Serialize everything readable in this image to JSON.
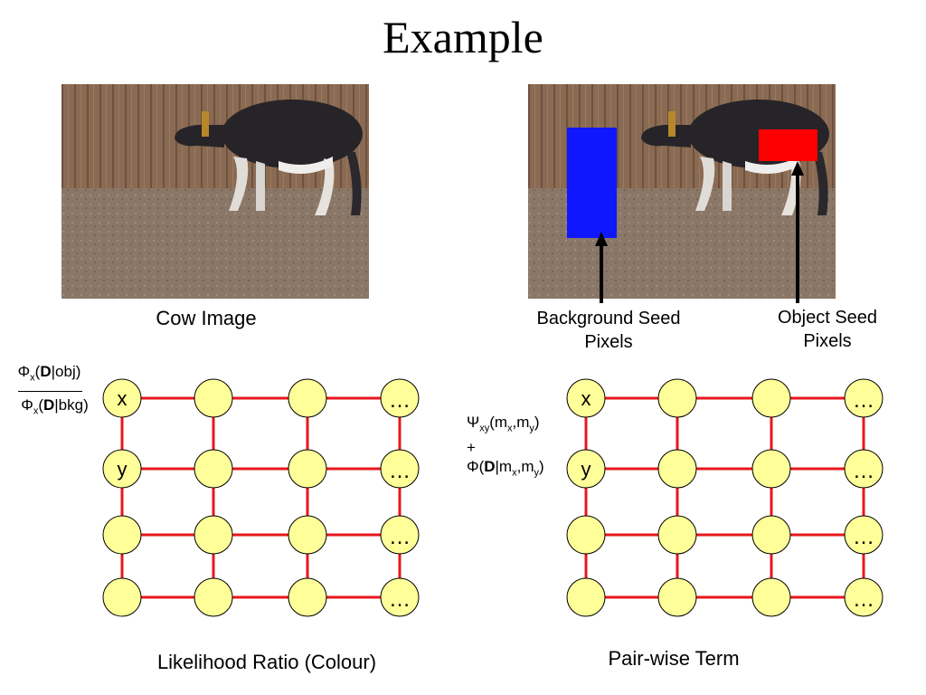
{
  "slide": {
    "title": "Example"
  },
  "left_panel": {
    "image_caption": "Cow Image",
    "ratio_numerator_prefix": "Φ",
    "ratio_numerator_sub": "x",
    "ratio_numerator_open": "(",
    "ratio_numerator_bold": "D",
    "ratio_numerator_rest": "|obj)",
    "ratio_denominator_prefix": "Φ",
    "ratio_denominator_sub": "x",
    "ratio_denominator_open": "(",
    "ratio_denominator_bold": "D",
    "ratio_denominator_rest": "|bkg)",
    "grid_caption": "Likelihood Ratio (Colour)",
    "node_x_label": "x",
    "node_y_label": "y",
    "ellipsis": "…"
  },
  "right_panel": {
    "background_seed_label": "Background Seed Pixels",
    "object_seed_label": "Object Seed Pixels",
    "pairwise_psi": "Ψ",
    "pairwise_psi_sub": "xy",
    "pairwise_psi_args_open": "(m",
    "pairwise_psi_args_sub1": "x",
    "pairwise_psi_args_mid": ",m",
    "pairwise_psi_args_sub2": "y",
    "pairwise_psi_args_close": ")",
    "pairwise_plus": "+",
    "pairwise_phi": "Φ(",
    "pairwise_phi_bold": "D",
    "pairwise_phi_args_open": "|m",
    "pairwise_phi_args_sub1": "x",
    "pairwise_phi_args_mid": ",m",
    "pairwise_phi_args_sub2": "y",
    "pairwise_phi_args_close": ")",
    "grid_caption": "Pair-wise Term",
    "node_x_label": "x",
    "node_y_label": "y",
    "ellipsis": "…"
  },
  "colors": {
    "node_fill": "#ffff99",
    "edge": "#e8171c",
    "background_seed": "#0f17ff",
    "object_seed": "#ff0000"
  }
}
